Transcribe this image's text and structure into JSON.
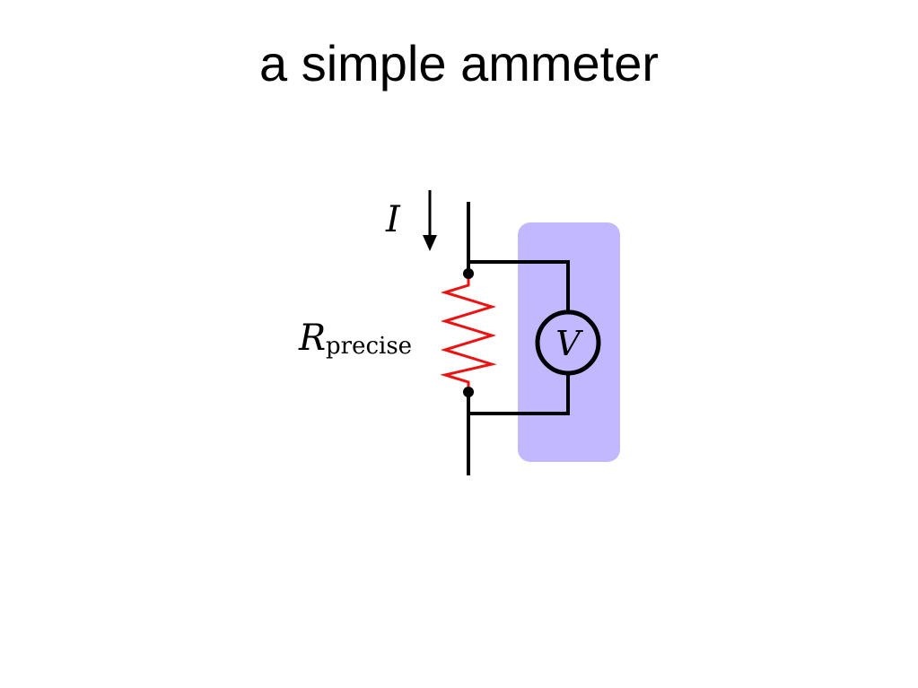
{
  "slide": {
    "title": "a simple ammeter"
  },
  "circuit": {
    "current_label": "I",
    "resistor_label_main": "R",
    "resistor_label_sub": "precise",
    "meter_label": "V"
  },
  "colors": {
    "wire": "#000000",
    "resistor": "#ee1111",
    "voltmeter_highlight": "#c2b8ff"
  }
}
